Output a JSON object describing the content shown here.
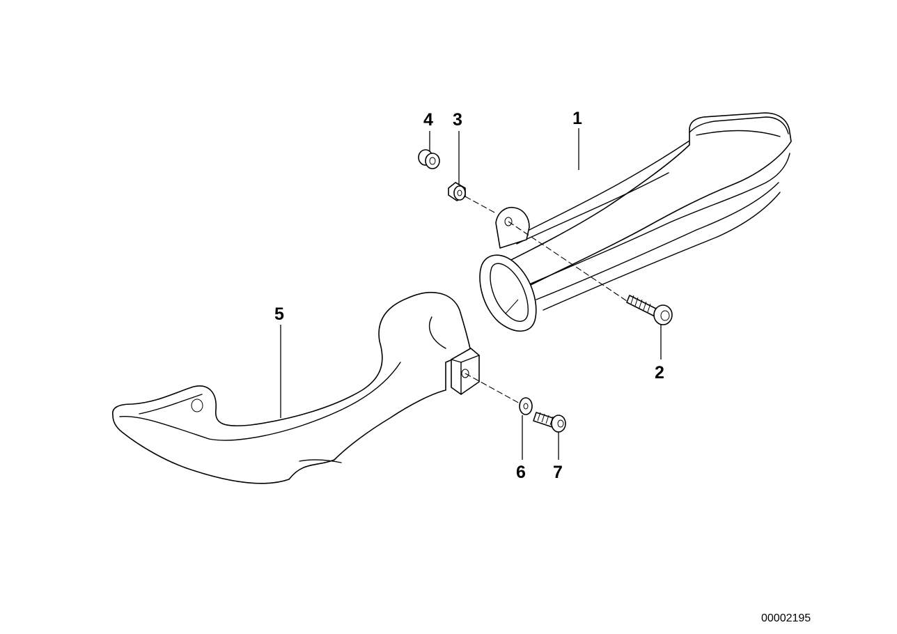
{
  "diagram": {
    "callouts": [
      "1",
      "2",
      "3",
      "4",
      "5",
      "6",
      "7"
    ],
    "diagram_number": "00002195"
  }
}
